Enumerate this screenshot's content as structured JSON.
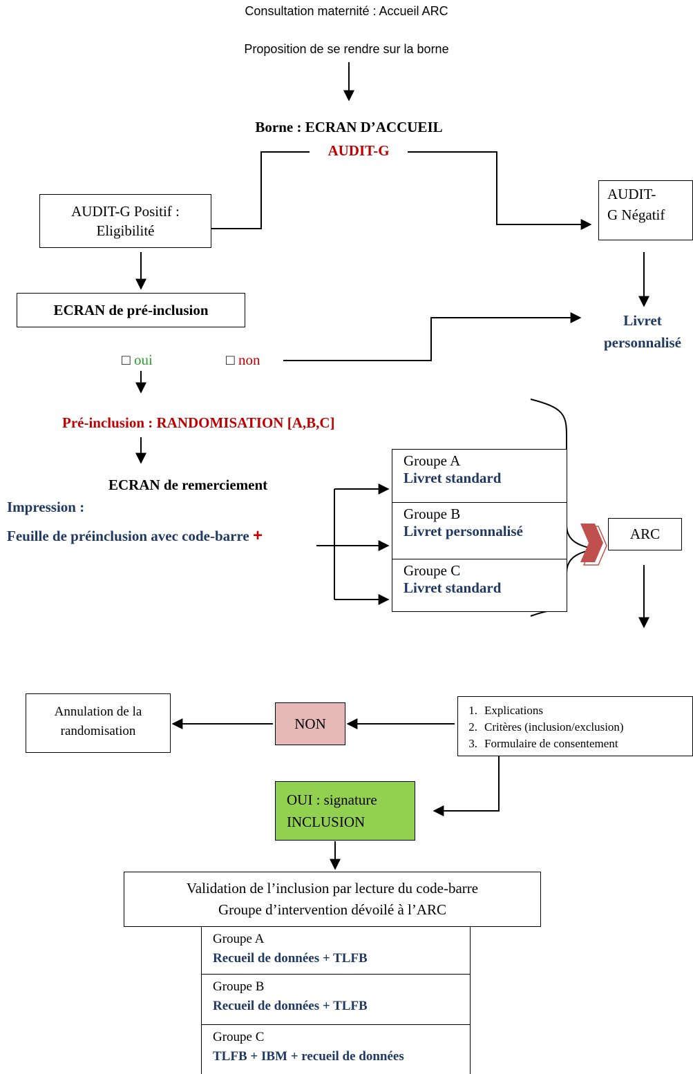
{
  "header": {
    "line1": "Consultation maternité : Accueil ARC",
    "line2": "Proposition de se rendre sur la borne"
  },
  "borne": {
    "title": "Borne : ECRAN D’ACCUEIL",
    "audit": "AUDIT-G"
  },
  "audit_positive": {
    "line1": "AUDIT-G Positif :",
    "line2": "Eligibilité"
  },
  "audit_negative": {
    "line1": "AUDIT-",
    "line2": "G Négatif"
  },
  "pre_inclusion_screen": "ECRAN de pré-inclusion",
  "livret_personnalise": {
    "line1": "Livret",
    "line2": "personnalisé"
  },
  "choices": {
    "checkbox_glyph": "□",
    "oui": "oui",
    "non": "non"
  },
  "randomisation": "Pré-inclusion : RANDOMISATION [A,B,C]",
  "thanks_screen": "ECRAN de remerciement",
  "impression": {
    "label": "Impression :",
    "detail": "Feuille de préinclusion avec code-barre",
    "plus": "+"
  },
  "groups_top": [
    {
      "name": "Groupe A",
      "detail": "Livret standard"
    },
    {
      "name": "Groupe B",
      "detail": "Livret personnalisé"
    },
    {
      "name": "Groupe C",
      "detail": "Livret standard"
    }
  ],
  "arc_box": "ARC",
  "consent_steps": [
    {
      "num": "1.",
      "text": "Explications"
    },
    {
      "num": "2.",
      "text": "Critères (inclusion/exclusion)"
    },
    {
      "num": "3.",
      "text": "Formulaire de consentement"
    }
  ],
  "non_box": "NON",
  "annulation": {
    "line1": "Annulation de la",
    "line2": "randomisation"
  },
  "oui_box": {
    "line1": "OUI : signature",
    "line2": "INCLUSION"
  },
  "validation": {
    "line1": "Validation de l’inclusion par lecture du code-barre",
    "line2": "Groupe d’intervention dévoilé à l’ARC"
  },
  "groups_bottom": [
    {
      "name": "Groupe A",
      "detail": "Recueil de données + TLFB"
    },
    {
      "name": "Groupe B",
      "detail": "Recueil de données + TLFB"
    },
    {
      "name": "Groupe C",
      "detail": "TLFB + IBM + recueil de données"
    }
  ],
  "colors": {
    "navy": "#1f3864",
    "red": "#c00000",
    "green_text": "#2e9e2e",
    "non_fill": "#e6b8b7",
    "oui_fill": "#92d050",
    "chevron": "#c0504d"
  }
}
